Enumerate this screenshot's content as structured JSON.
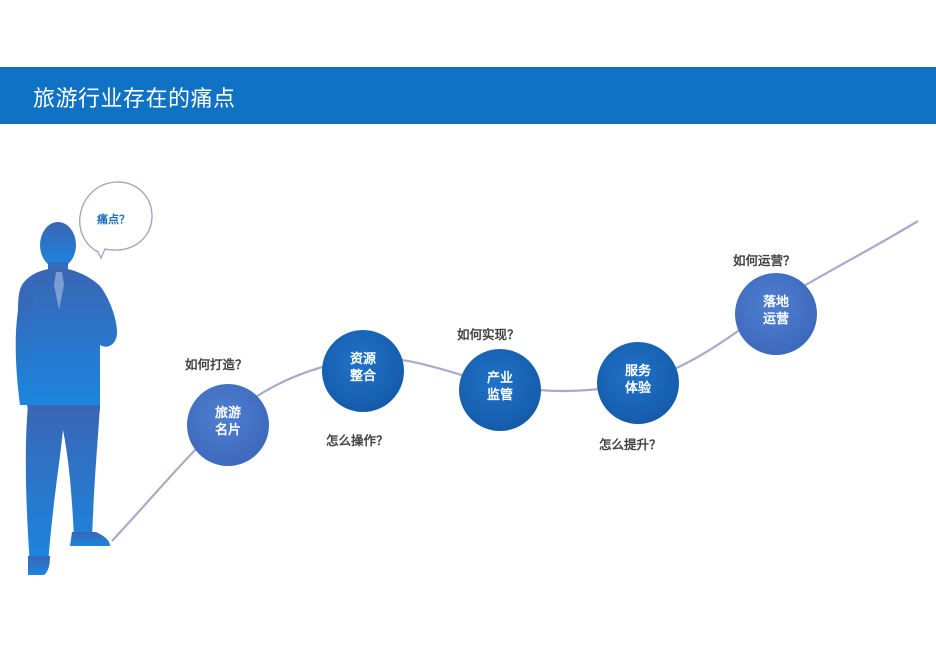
{
  "header": {
    "title": "旅游行业存在的痛点"
  },
  "speech_bubble": {
    "text": "痛点？"
  },
  "nodes": [
    {
      "line1": "旅游",
      "line2": "名片"
    },
    {
      "line1": "资源",
      "line2": "整合"
    },
    {
      "line1": "产业",
      "line2": "监管"
    },
    {
      "line1": "服务",
      "line2": "体验"
    },
    {
      "line1": "落地",
      "line2": "运营"
    }
  ],
  "questions": [
    "如何打造？",
    "怎么操作？",
    "如何实现？",
    "怎么提升？",
    "如何运营？"
  ],
  "colors": {
    "header_bg": "#0f72c4",
    "node_fill": "#1a64b8",
    "node_fill_light": "#4472c4",
    "curve": "#a9a9cc",
    "silhouette_top": "#3a66b4",
    "silhouette_bottom": "#1a86e0"
  }
}
